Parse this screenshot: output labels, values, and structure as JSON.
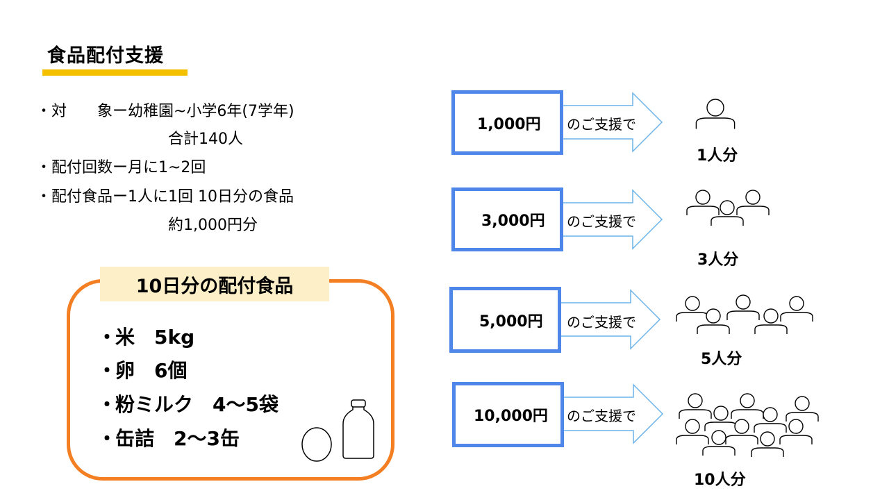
{
  "title": "食品配付支援",
  "info": {
    "target_label": "・対　　象ー幼稚園~小学6年(7学年)",
    "target_total": "合計140人",
    "frequency": "・配付回数ー月に1~2回",
    "food_line": "・配付食品ー1人に1回 10日分の食品",
    "food_value": "約1,000円分"
  },
  "food_box": {
    "heading": "10日分の配付食品",
    "items": [
      {
        "bullet": "・",
        "text": "米　5kg"
      },
      {
        "bullet": "・",
        "text": "卵　6個"
      },
      {
        "bullet": "・",
        "text": "粉ミルク　4〜5袋"
      },
      {
        "bullet": "・",
        "text": "缶詰　2〜3缶"
      }
    ],
    "icons": [
      "egg-icon",
      "milk-bottle-icon"
    ]
  },
  "support_rows": [
    {
      "amount": "1,000円",
      "arrow_label": "のご支援で",
      "people_label": "1人分",
      "people_count": 1
    },
    {
      "amount": "3,000円",
      "arrow_label": "のご支援で",
      "people_label": "3人分",
      "people_count": 3
    },
    {
      "amount": "5,000円",
      "arrow_label": "のご支援で",
      "people_label": "5人分",
      "people_count": 5
    },
    {
      "amount": "10,000円",
      "arrow_label": "のご支援で",
      "people_label": "10人分",
      "people_count": 10
    }
  ],
  "colors": {
    "accent_underline": "#f5c000",
    "food_border": "#f47f23",
    "food_heading_bg": "#fdf0c8",
    "amount_border": "#4f86ea",
    "arrow_stroke": "#6cb4e8"
  }
}
